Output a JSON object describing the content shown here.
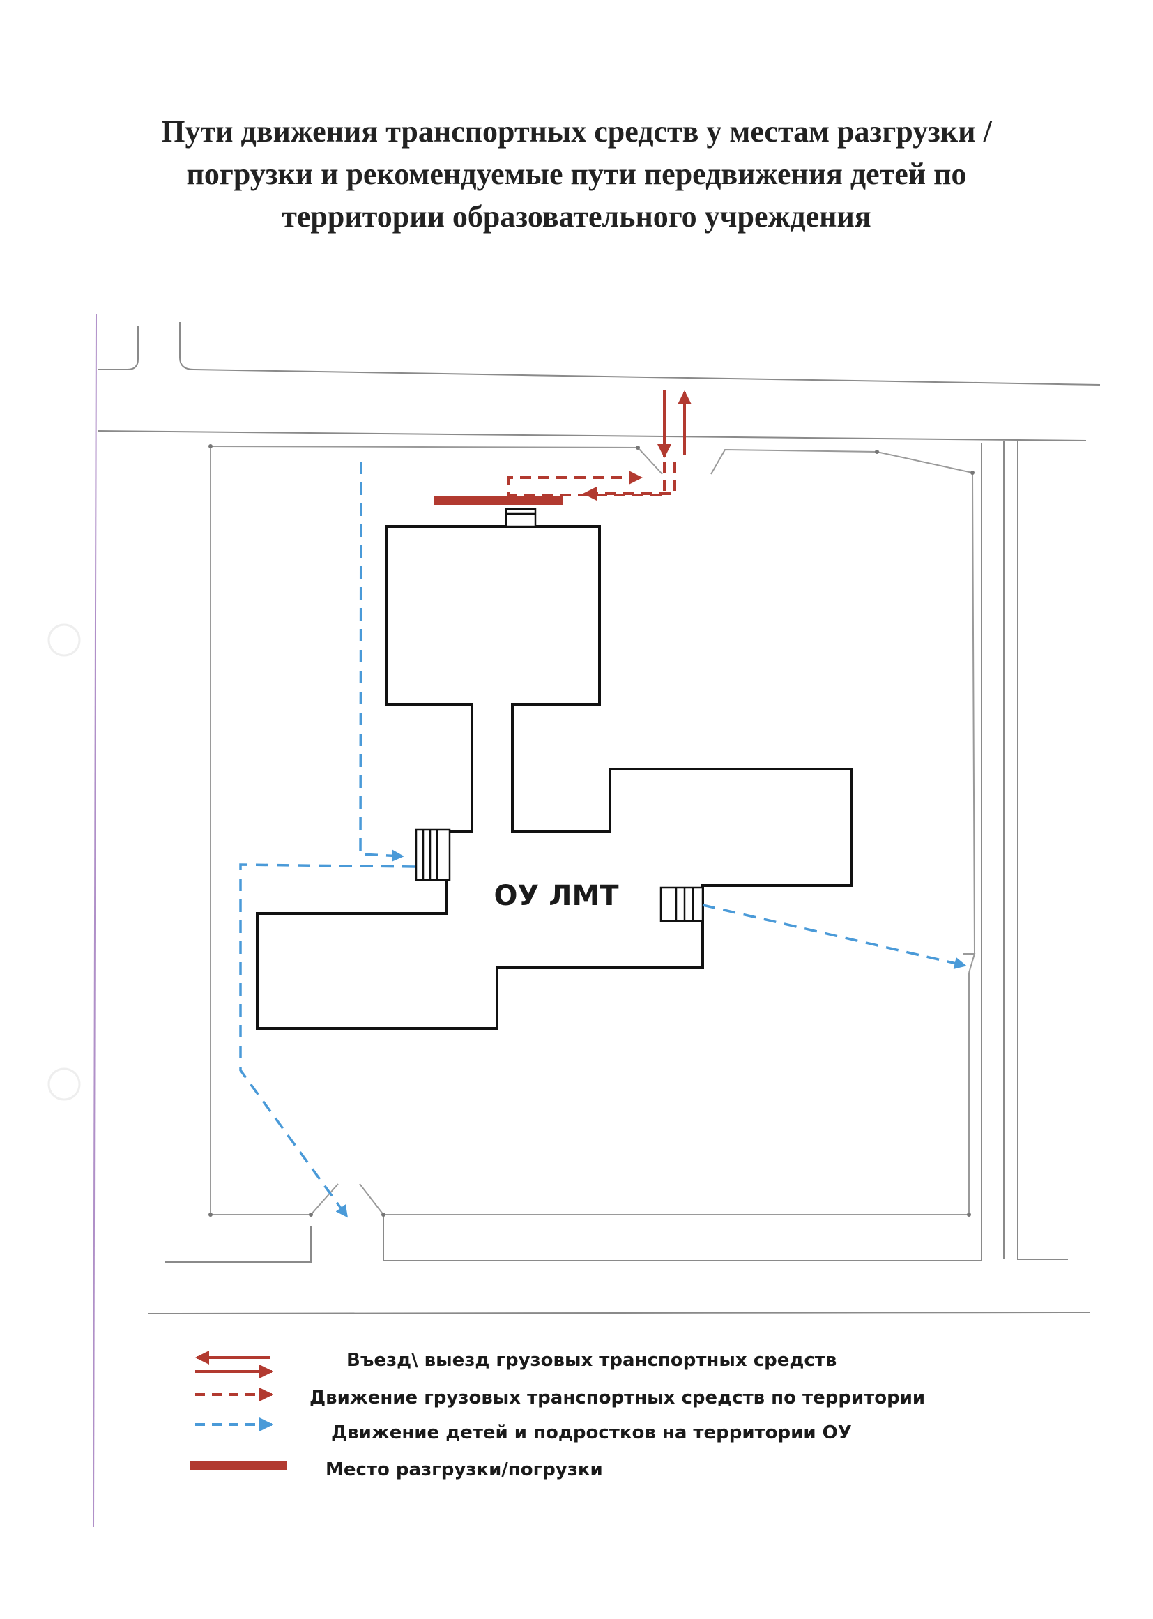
{
  "title": {
    "line1": "Пути движения транспортных средств у местам разгрузки /",
    "line2": "погрузки и рекомендуемые пути передвижения детей по",
    "line3": "территории образовательного учреждения"
  },
  "building_label": "ОУ ЛМТ",
  "legend": [
    {
      "kind": "truck-entry-exit",
      "label": "Въезд\\ выезд грузовых транспортных средств"
    },
    {
      "kind": "truck-movement",
      "label": "Движение грузовых транспортных средств по территории"
    },
    {
      "kind": "children-movement",
      "label": "Движение детей и подростков на территории ОУ"
    },
    {
      "kind": "unloading-place",
      "label": "Место разгрузки/погрузки"
    }
  ],
  "colors": {
    "truck": "#b23a30",
    "children": "#4a9ad8",
    "building": "#111111",
    "road": "#8a8a8a",
    "margin_line": "#b090c8"
  },
  "icons": {
    "truck_arrow": "solid-red-arrow",
    "truck_path": "dashed-red-arrow",
    "children_path": "dashed-blue-arrow",
    "unloading": "red-bar"
  }
}
